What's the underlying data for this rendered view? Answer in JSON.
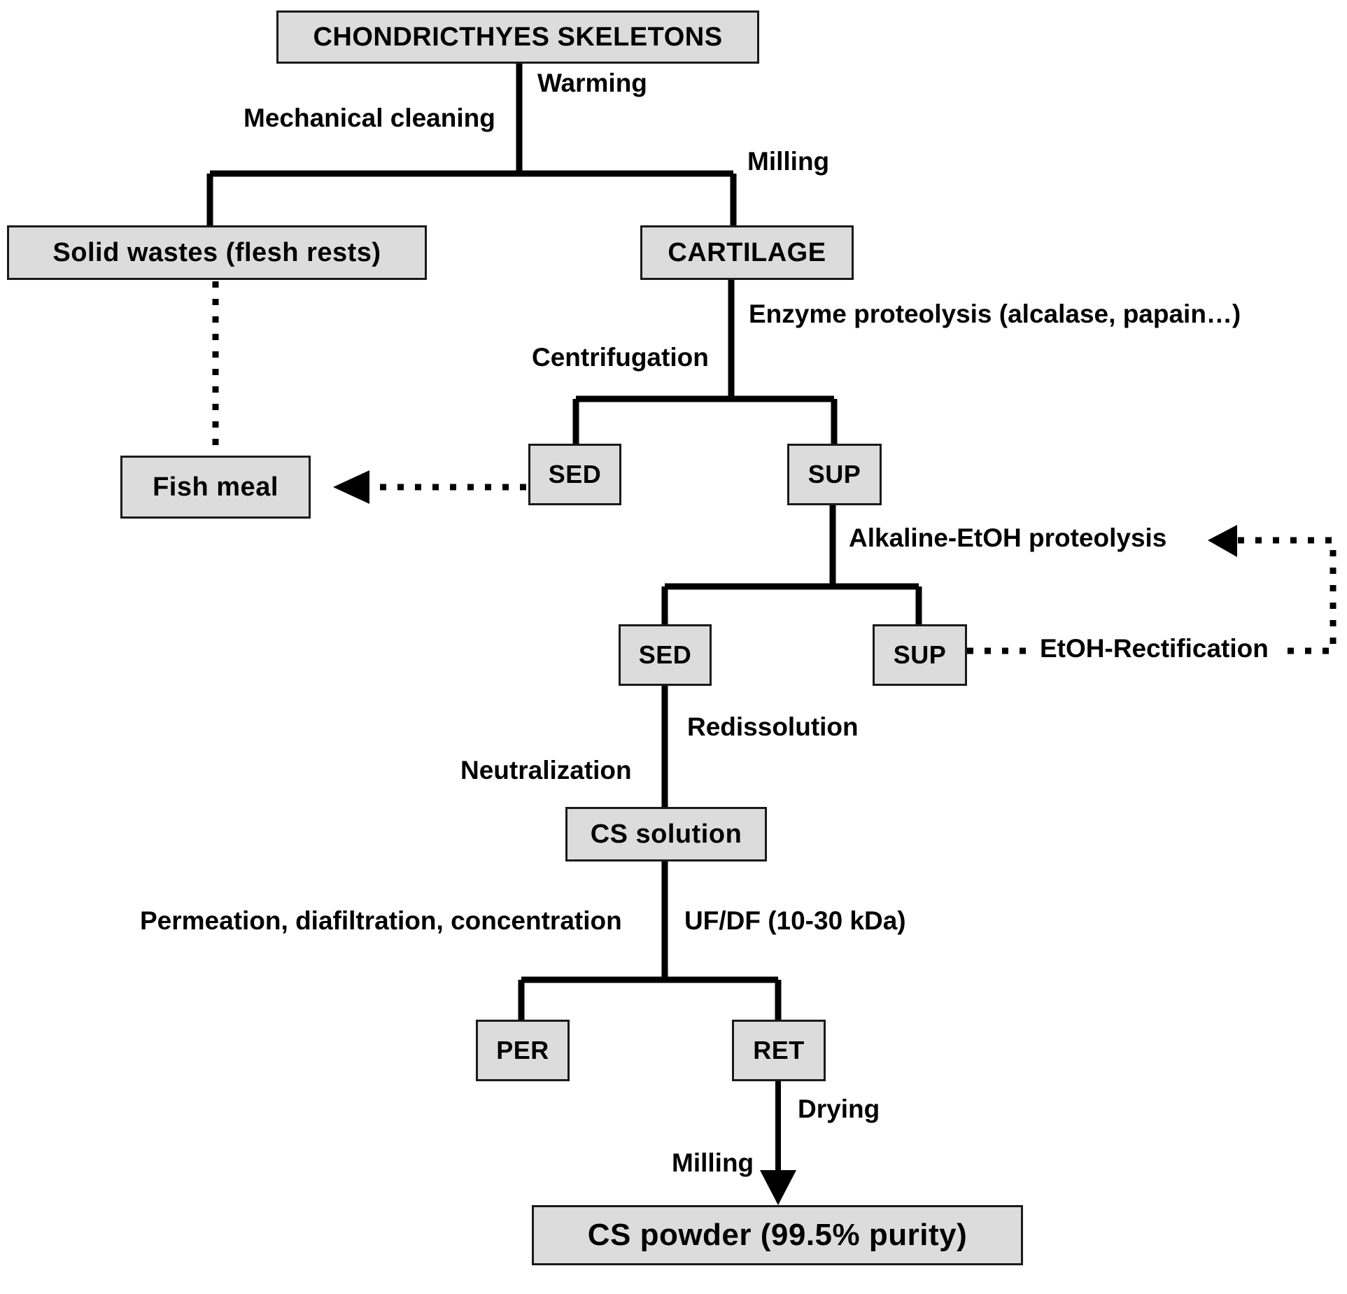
{
  "diagram": {
    "title": "Chondroitin sulfate production flowsheet from Chondrichthyes skeletons",
    "type": "process-flowchart",
    "colors": {
      "node_fill": "#dcdcdc",
      "node_border": "#1a1a1a",
      "line": "#000000",
      "background": "#ffffff"
    }
  },
  "nodes": {
    "skeletons": "CHONDRICTHYES SKELETONS",
    "solid_wastes": "Solid wastes (flesh rests)",
    "cartilage": "CARTILAGE",
    "fish_meal": "Fish meal",
    "sed1": "SED",
    "sup1": "SUP",
    "sed2": "SED",
    "sup2": "SUP",
    "cs_solution": "CS solution",
    "per": "PER",
    "ret": "RET",
    "cs_powder": "CS powder (99.5% purity)"
  },
  "edge_labels": {
    "warming": "Warming",
    "mechanical_cleaning": "Mechanical cleaning",
    "milling_top": "Milling",
    "enzyme_proteolysis": "Enzyme proteolysis (alcalase, papain…)",
    "centrifugation": "Centrifugation",
    "alkaline_etoh": "Alkaline-EtOH proteolysis",
    "etoh_rectification": "EtOH-Rectification",
    "redissolution": "Redissolution",
    "neutralization": "Neutralization",
    "permeation": "Permeation, diafiltration, concentration",
    "ufdf": "UF/DF (10-30 kDa)",
    "drying": "Drying",
    "milling_bottom": "Milling"
  }
}
